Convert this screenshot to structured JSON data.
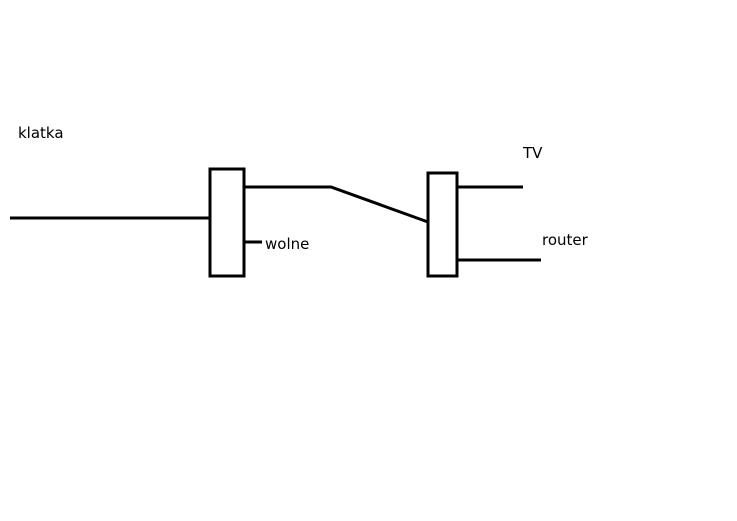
{
  "diagram": {
    "labels": {
      "klatka": "klatka",
      "wolne": "wolne",
      "tv": "TV",
      "router": "router"
    },
    "colors": {
      "background": "#ffffff",
      "line": "#000000"
    }
  }
}
